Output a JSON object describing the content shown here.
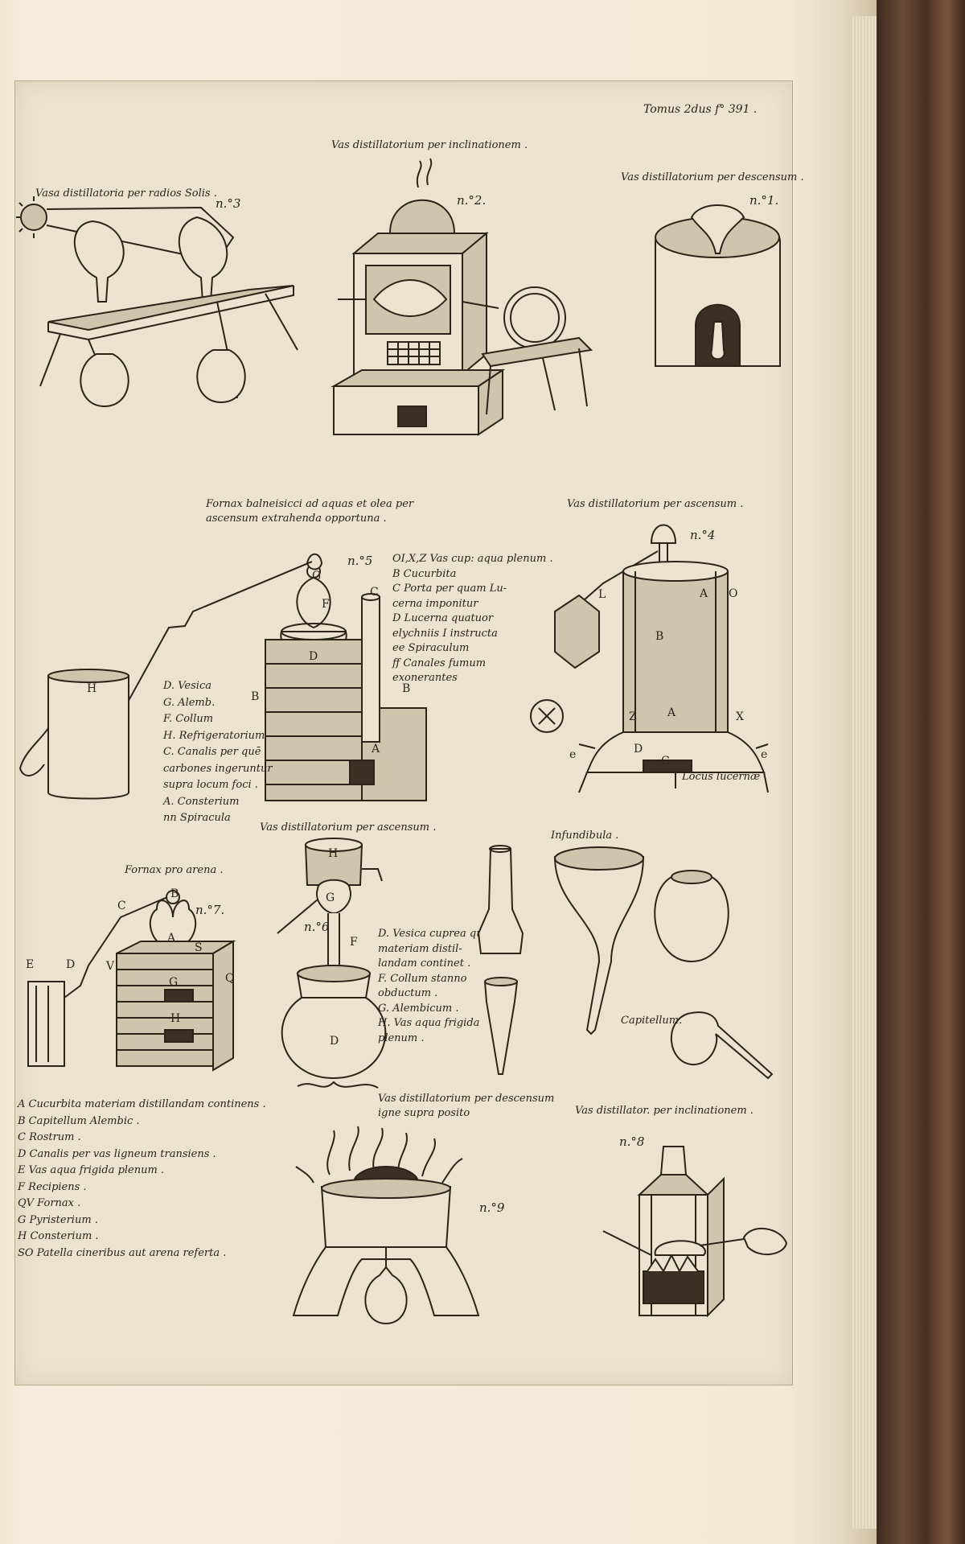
{
  "folio": "Tomus 2dus f° 391 .",
  "captions": {
    "c_incl": "Vas distillatorium per inclinationem .",
    "c_desc1": "Vas distillatorium per descensum .",
    "c_sol": "Vasa distillatoria per radios Solis .",
    "c_furnax": "Fornax balneisicci ad aquas et olea per\nascensum extrahenda opportuna .",
    "c_asc1": "Vas distillatorium per ascensum .",
    "c_asc2": "Vas distillatorium per ascensum .",
    "c_arena": "Fornax pro arena .",
    "c_infund": "Infundibula .",
    "c_capit": "Capitellum.",
    "c_desc9": "Vas distillatorium per descensum\nigne supra posito",
    "c_incl8": "Vas distillator. per inclinationem .",
    "c_lucerna": "Locus lucernæ"
  },
  "numbers": {
    "n1": "n.°1.",
    "n2": "n.°2.",
    "n3": "n.°3",
    "n4": "n.°4",
    "n5": "n.°5",
    "n6": "n.°6",
    "n7": "n.°7.",
    "n8": "n.°8",
    "n9": "n.°9"
  },
  "legend5a": [
    "OI,X,Z Vas cup: aqua plenum .",
    "B Cucurbita",
    "C Porta per quam Lu-",
    "cerna imponitur",
    "D Lucerna quatuor",
    "elychniis I instructa",
    "ee Spiraculum",
    "ff Canales fumum",
    "exonerantes"
  ],
  "legend5b": [
    "D. Vesica",
    "G. Alemb.",
    "F. Collum",
    "H. Refrigeratorium",
    "C. Canalis per quē",
    "carbones ingeruntur",
    "supra locum foci .",
    "A. Consterium",
    "nn Spiracula"
  ],
  "legend6": [
    "D. Vesica cuprea quæ",
    "materiam distil-",
    "landam continet .",
    "F. Collum stanno",
    "obductum .",
    "G. Alembicum .",
    "H. Vas aqua frigida",
    "plenum ."
  ],
  "legend7": [
    "A Cucurbita materiam distillandam continens .",
    "B Capitellum Alembic .",
    "C Rostrum .",
    "D Canalis per vas ligneum transiens .",
    "E Vas aqua frigida plenum .",
    "F Recipiens .",
    "QV Fornax .",
    "G Pyristerium .",
    "H Consterium .",
    "SO Patella cineribus aut arena referta ."
  ]
}
